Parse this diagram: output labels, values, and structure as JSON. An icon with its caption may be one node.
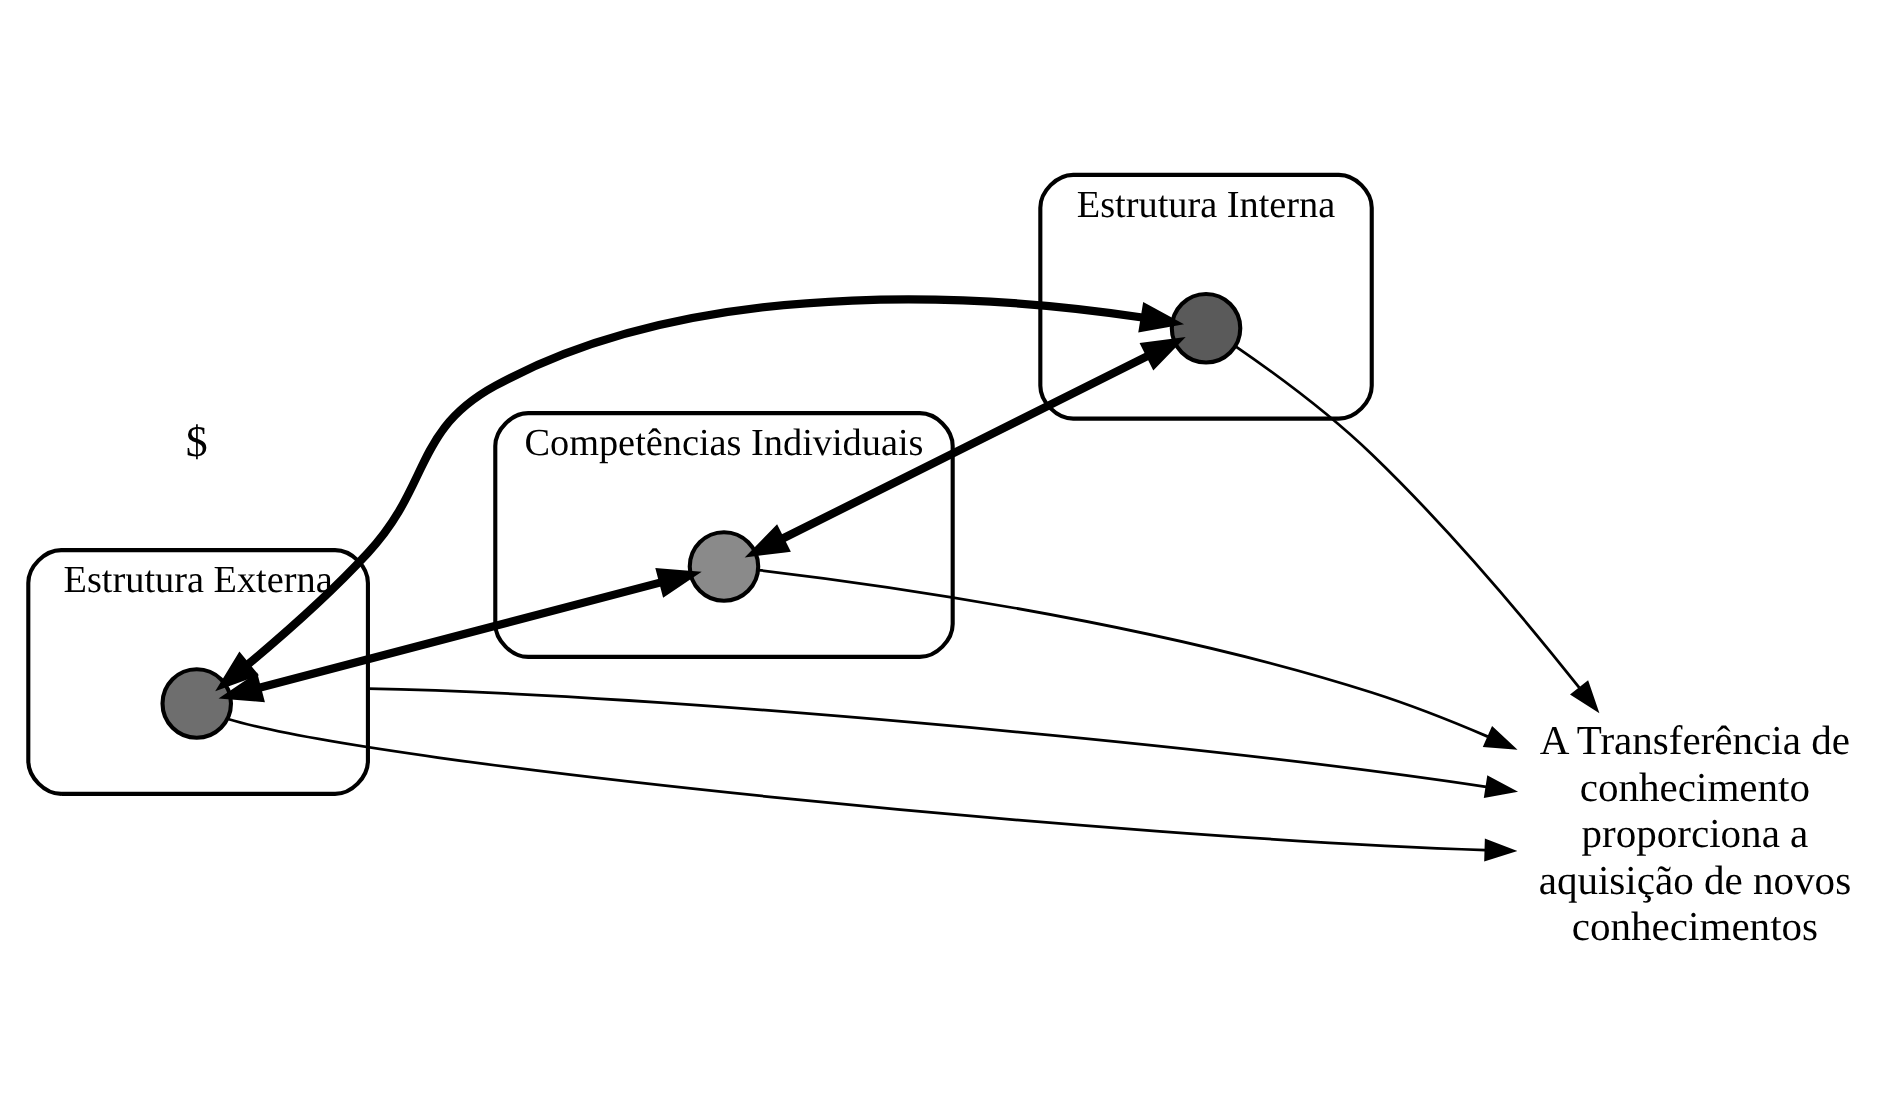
{
  "diagram": {
    "nodes": [
      {
        "text": [
          "Estrutura Externa"
        ]
      },
      {
        "text": [],
        "shape": "circle",
        "in": 0
      },
      {
        "text": [
          "Competências Individuais"
        ]
      },
      {
        "text": [],
        "shape": "circle",
        "in": 2
      },
      {
        "text": [
          "Estrutura Interna"
        ]
      },
      {
        "text": [],
        "shape": "circle",
        "in": 4
      },
      {
        "text": [
          "A Transferência de conhecimento proporciona a aquisição de novos conhecimentos"
        ]
      }
    ],
    "edges": [
      {
        "from": 1,
        "to": 3,
        "arrow": "both",
        "style": "thick"
      },
      {
        "from": 1,
        "to": 5,
        "arrow": "both",
        "style": "thick"
      },
      {
        "from": 3,
        "to": 5,
        "arrow": "both",
        "style": "thick"
      },
      {
        "from": 1,
        "to": 6,
        "arrow": "to"
      },
      {
        "from": 0,
        "to": 6,
        "arrow": "to"
      },
      {
        "from": 3,
        "to": 6,
        "arrow": "to"
      },
      {
        "from": 5,
        "to": 6,
        "arrow": "to"
      }
    ],
    "labels": [
      "$"
    ]
  }
}
